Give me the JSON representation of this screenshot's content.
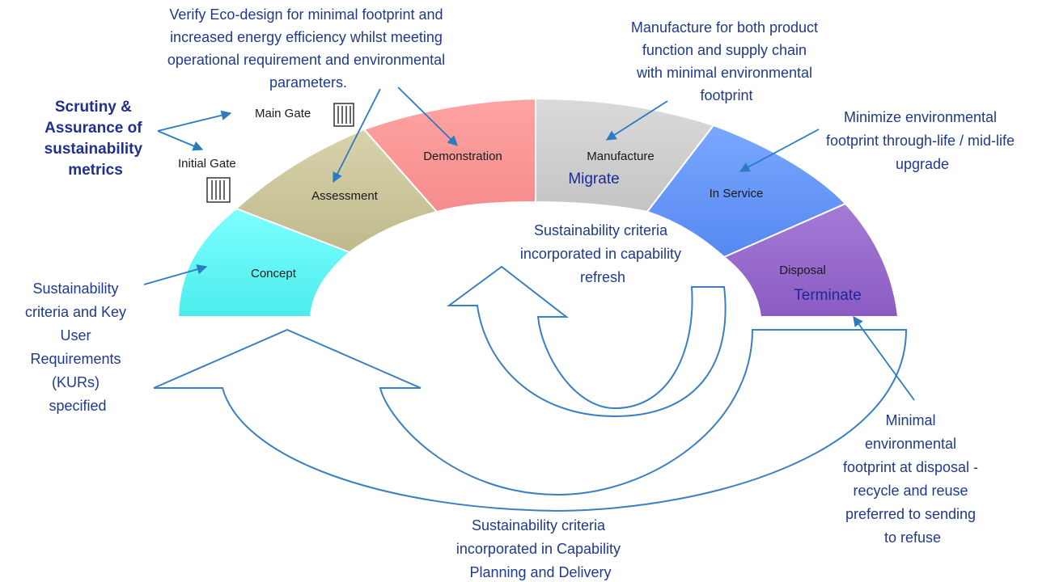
{
  "segments": {
    "concept": "Concept",
    "assessment": "Assessment",
    "demonstration": "Demonstration",
    "manufacture": "Manufacture",
    "manufacture_sub": "Migrate",
    "in_service": "In Service",
    "disposal": "Disposal",
    "disposal_sub": "Terminate"
  },
  "gates": {
    "main": "Main Gate",
    "initial": "Initial Gate"
  },
  "annotations": {
    "scrutiny": [
      "Scrutiny &",
      "Assurance of",
      "sustainability",
      "metrics"
    ],
    "verify": [
      "Verify Eco-design for minimal footprint and",
      "increased energy efficiency whilst meeting",
      "operational requirement and environmental",
      "parameters."
    ],
    "manufacture": [
      "Manufacture for both product",
      "function and supply chain",
      "with minimal environmental",
      "footprint"
    ],
    "minimize": [
      "Minimize environmental",
      "footprint through-life / mid-life",
      "upgrade"
    ],
    "criteria_kurs": [
      "Sustainability",
      "criteria and Key",
      "User",
      "Requirements",
      "(KURs)",
      "specified"
    ],
    "capability_refresh": [
      "Sustainability criteria",
      "incorporated in capability",
      "refresh"
    ],
    "capability_planning": [
      "Sustainability criteria",
      "incorporated in Capability",
      "Planning and Delivery"
    ],
    "disposal": [
      "Minimal",
      "environmental",
      "footprint at disposal -",
      "recycle and reuse",
      "preferred to sending",
      "to refuse"
    ]
  },
  "colors": {
    "concept": "#66ffff",
    "assessment": "#cfc99f",
    "demonstration": "#ff9999",
    "manufacture": "#cfcfcf",
    "in_service": "#6699ff",
    "disposal": "#9966cc",
    "annotation_text": "#1f3a8a",
    "arrow": "#2b7bbf"
  }
}
